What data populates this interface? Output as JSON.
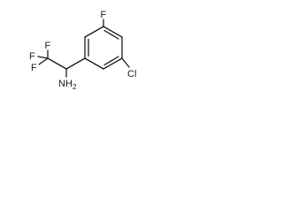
{
  "atoms": {
    "f_top": "F",
    "f_left_upper": "F",
    "f_left_lower": "F",
    "cl": "Cl",
    "nh2_main": "NH",
    "nh2_sub": "2"
  },
  "colors": {
    "bond": "#1a1a1a",
    "background": "#ffffff"
  }
}
